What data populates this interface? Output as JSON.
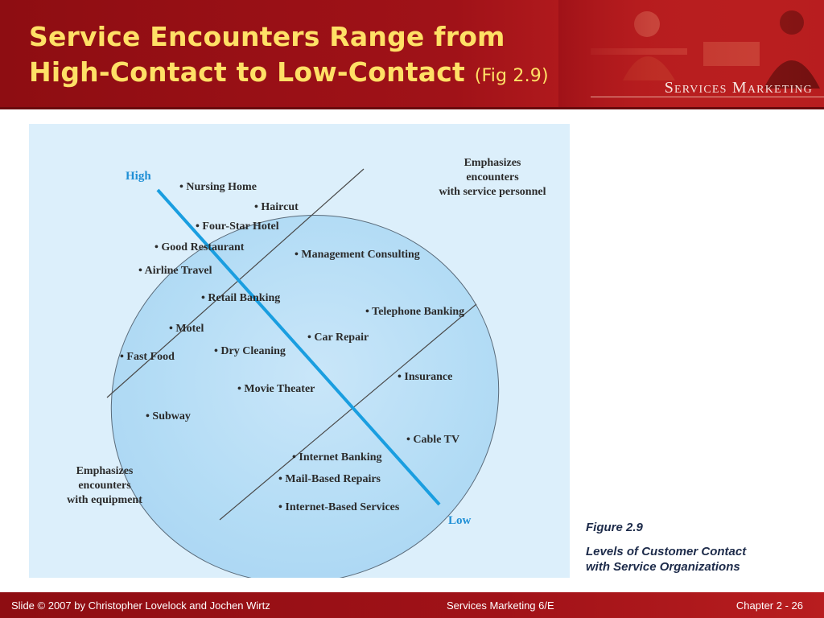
{
  "header": {
    "title_line1": "Service Encounters Range from",
    "title_line2": "High-Contact to Low-Contact",
    "title_fig": "(Fig 2.9)",
    "brand": "Services Marketing"
  },
  "diagram": {
    "high_label": "High",
    "low_label": "Low",
    "personnel_label": [
      "Emphasizes",
      "encounters",
      "with service personnel"
    ],
    "equipment_label": [
      "Emphasizes",
      "encounters",
      "with equipment"
    ],
    "services": [
      {
        "label": "• Nursing Home"
      },
      {
        "label": "• Haircut"
      },
      {
        "label": "• Four-Star Hotel"
      },
      {
        "label": "• Good Restaurant"
      },
      {
        "label": "• Management Consulting"
      },
      {
        "label": "• Airline Travel"
      },
      {
        "label": "• Retail Banking"
      },
      {
        "label": "• Telephone Banking"
      },
      {
        "label": "• Motel"
      },
      {
        "label": "• Car Repair"
      },
      {
        "label": "• Fast Food"
      },
      {
        "label": "• Dry Cleaning"
      },
      {
        "label": "• Insurance"
      },
      {
        "label": "• Movie Theater"
      },
      {
        "label": "• Subway"
      },
      {
        "label": "• Cable TV"
      },
      {
        "label": "• Internet Banking"
      },
      {
        "label": "• Mail-Based Repairs"
      },
      {
        "label": "• Internet-Based Services"
      }
    ]
  },
  "caption": {
    "number": "Figure 2.9",
    "text_line1": "Levels of Customer Contact",
    "text_line2": "with Service Organizations"
  },
  "footer": {
    "left": "Slide © 2007 by Christopher Lovelock and Jochen Wirtz",
    "center": "Services Marketing 6/E",
    "right": "Chapter  2 - 26"
  },
  "colors": {
    "header_red": "#a01218",
    "title_yellow": "#ffe066",
    "diagonal_blue": "#1a9ee0",
    "high_low_blue": "#1f8fd6",
    "caption_navy": "#1d2b4a"
  }
}
